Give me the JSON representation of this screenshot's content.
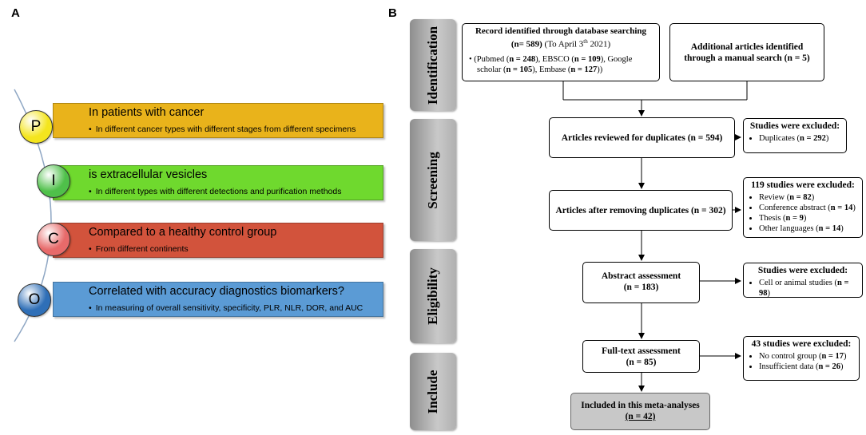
{
  "panel_a": {
    "label": "A",
    "items": [
      {
        "letter": "P",
        "heading": "In patients with cancer",
        "detail": "In different cancer types with different stages from different specimens",
        "color": "#e9b31b",
        "circle_color": "#f4e51e"
      },
      {
        "letter": "I",
        "heading": "is extracellular vesicles",
        "detail": "In different types with different detections and purification methods",
        "color": "#6fd92e",
        "circle_color": "#4fc04a"
      },
      {
        "letter": "C",
        "heading": "Compared to a healthy control group",
        "detail": "From different continents",
        "color": "#d2533c",
        "circle_color": "#e76a6a"
      },
      {
        "letter": "O",
        "heading": "Correlated with accuracy diagnostics biomarkers?",
        "detail": "In measuring of overall sensitivity, specificity, PLR, NLR, DOR, and AUC",
        "color": "#5b9bd5",
        "circle_color": "#2f6fb7"
      }
    ]
  },
  "panel_b": {
    "label": "B",
    "stages": [
      "Identification",
      "Screening",
      "Eligibility",
      "Include"
    ],
    "identified": {
      "line1": "Record identified through database searching",
      "line2_bold": "(n= 589)",
      "line2_rest": " (To April 3",
      "line2_sup": "th",
      "line2_end": " 2021)",
      "sources": "(Pubmed (n = 248), EBSCO (n = 109), Google scholar (n = 105), Embase (n = 127))"
    },
    "manual": "Additional articles identified through a manual search (n = 5)",
    "duplicates_review": "Articles reviewed for duplicates (n = 594)",
    "excluded_1": {
      "title": "Studies were excluded:",
      "items": [
        "Duplicates (n = 292)"
      ]
    },
    "after_removal": "Articles after removing duplicates (n = 302)",
    "excluded_2": {
      "title": "119 studies were excluded:",
      "items": [
        "Review (n = 82)",
        "Conference abstract (n = 14)",
        "Thesis (n = 9)",
        "Other languages (n = 14)"
      ]
    },
    "abstract_assessment": {
      "line1": "Abstract assessment",
      "line2": "(n = 183)"
    },
    "excluded_3": {
      "title": "Studies were excluded:",
      "items": [
        "Cell or animal studies (n = 98)"
      ]
    },
    "fulltext_assessment": {
      "line1": "Full-text assessment",
      "line2": "(n = 85)"
    },
    "excluded_4": {
      "title": "43 studies were excluded:",
      "items": [
        "No control group (n = 17)",
        "Insufficient data (n = 26)"
      ]
    },
    "included": {
      "line1": "Included in this meta-analyses",
      "line2": "(n = 42)"
    }
  }
}
